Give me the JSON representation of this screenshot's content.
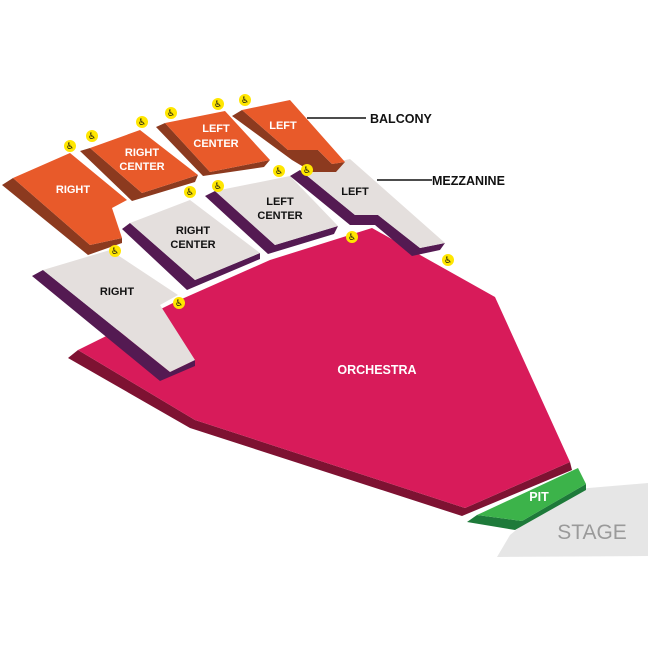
{
  "colors": {
    "balcony": "#e85a2a",
    "balcony_side": "#8c3a1f",
    "mezzanine": "#e4dfdd",
    "mezzanine_side": "#541a52",
    "orchestra": "#d81b5a",
    "orchestra_side": "#7e1232",
    "pit": "#3cb34a",
    "pit_side": "#1e7a3a",
    "stage": "#e6e6e6",
    "accessible": "#ffe600"
  },
  "levels": {
    "balcony": "BALCONY",
    "mezzanine": "MEZZANINE"
  },
  "sections": {
    "balcony_right": "RIGHT",
    "balcony_right_center": [
      "RIGHT",
      "CENTER"
    ],
    "balcony_left_center": [
      "LEFT",
      "CENTER"
    ],
    "balcony_left": "LEFT",
    "mezz_right": "RIGHT",
    "mezz_right_center": [
      "RIGHT",
      "CENTER"
    ],
    "mezz_left_center": [
      "LEFT",
      "CENTER"
    ],
    "mezz_left": "LEFT",
    "orchestra": "ORCHESTRA",
    "pit": "PIT",
    "stage": "STAGE"
  },
  "accessible_icon": "wheelchair-icon",
  "accessible_glyph": "♿"
}
